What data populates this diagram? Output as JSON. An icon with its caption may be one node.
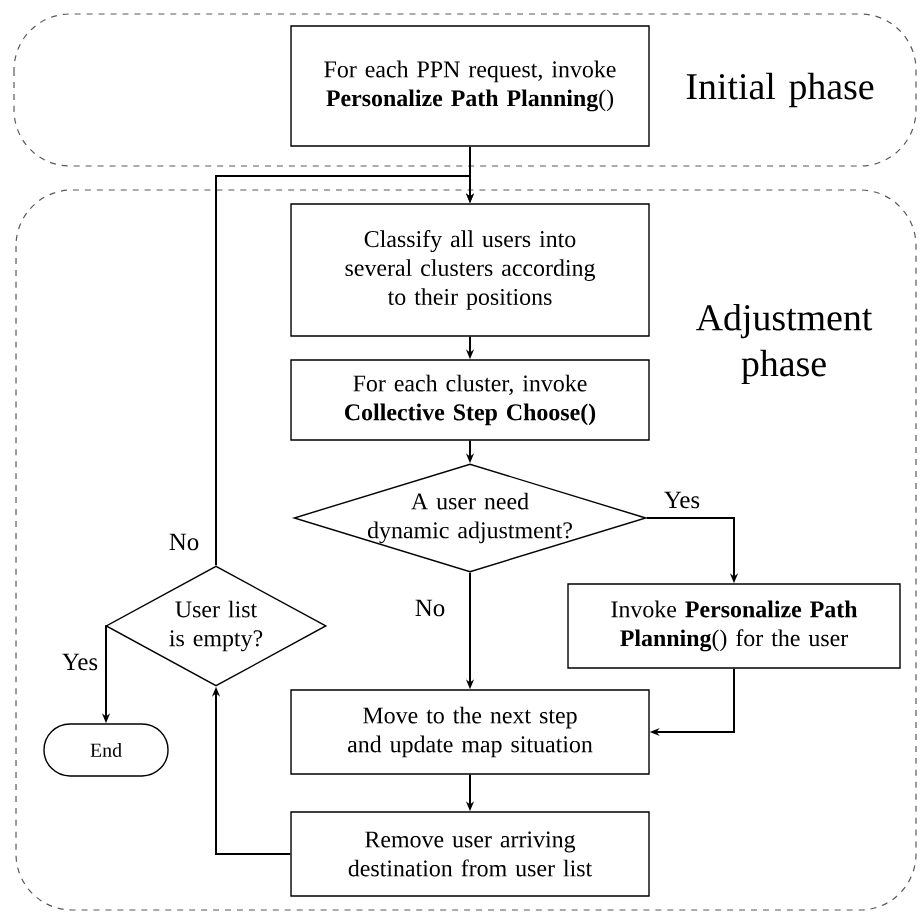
{
  "diagram": {
    "nodes": [
      {
        "text": [
          "Initial phase"
        ]
      },
      {
        "text": [
          "For each PPN request, invoke **Personalize Path Planning**()"
        ],
        "in": 0
      },
      {
        "text": [
          "Adjustment phase"
        ]
      },
      {
        "text": [
          "Classify all users into several clusters according to their positions"
        ],
        "in": 2
      },
      {
        "text": [
          "For each cluster, invoke **Collective Step Choose()**"
        ],
        "in": 2
      },
      {
        "text": [
          "A user need dynamic adjustment?"
        ],
        "in": 2
      },
      {
        "text": [
          "Invoke **Personalize Path Planning**() for the user"
        ],
        "in": 2
      },
      {
        "text": [
          "Move to the next step and update map situation"
        ],
        "in": 2
      },
      {
        "text": [
          "Remove user arriving destination from user list"
        ],
        "in": 2
      },
      {
        "text": [
          "User list is empty?"
        ],
        "in": 2
      },
      {
        "text": [
          "End"
        ],
        "in": 2
      }
    ],
    "edges": [
      {
        "from": 1,
        "to": 3,
        "arrow": "to"
      },
      {
        "from": 3,
        "to": 4,
        "arrow": "to"
      },
      {
        "from": 4,
        "to": 5,
        "arrow": "to"
      },
      {
        "from": 5,
        "to": 6,
        "arrow": "to",
        "label": "Yes"
      },
      {
        "from": 5,
        "to": 7,
        "arrow": "to",
        "label": "No"
      },
      {
        "from": 6,
        "to": 7,
        "arrow": "to"
      },
      {
        "from": 7,
        "to": 8,
        "arrow": "to"
      },
      {
        "from": 8,
        "to": 9,
        "arrow": "to"
      },
      {
        "from": 9,
        "to": 3,
        "arrow": "to",
        "label": "No"
      },
      {
        "from": 9,
        "to": 10,
        "arrow": "to",
        "label": "Yes"
      }
    ]
  }
}
